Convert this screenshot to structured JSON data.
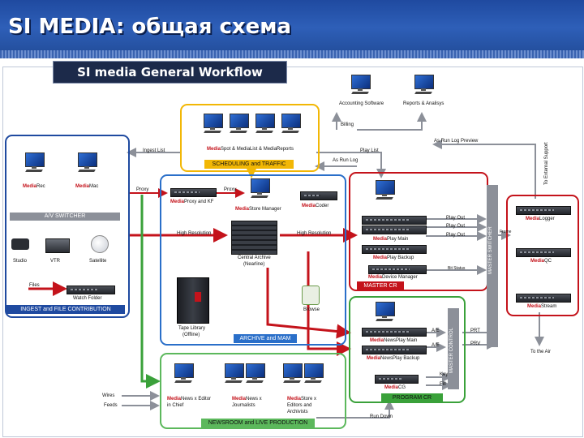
{
  "slide": {
    "title": "SI MEDIA: общая схема",
    "workflow_banner": "SI media General Workflow"
  },
  "zones": {
    "ingest": "INGEST and FILE CONTRIBUTION",
    "scheduling": "SCHEDULING and TRAFFIC",
    "archive": "ARCHIVE and MAM",
    "newsroom": "NEWSROOM and LIVE PRODUCTION",
    "master_cr": "MASTER CR",
    "program_cr": "PROGRAM CR"
  },
  "switchers": {
    "av": "A/V SWITCHER",
    "master": "MASTER SWITCHER",
    "program": "MASTER CONTROL"
  },
  "top": {
    "accounting": "Accounting Software",
    "reports": "Reports & Analisys",
    "billing": "Billing"
  },
  "brand": {
    "media": "Media"
  },
  "nodes": {
    "rec_suffix": "Rec",
    "mac_suffix": "Mac",
    "spot_list_reports": "Spot & MediaList & MediaReports",
    "proxy_kf_suffix": "Proxy and KF",
    "store_manager_suffix": "Store Manager",
    "coder_suffix": "Coder",
    "central_archive": "Central Archive",
    "nearline": "(Nearline)",
    "tape_library": "Tape Library",
    "offline": "(Offline)",
    "browse": "Browse",
    "play_main_suffix": "Play Main",
    "play_backup_suffix": "Play Backup",
    "device_manager_suffix": "Device Manager",
    "logger_suffix": "Logger",
    "qc_suffix": "QC",
    "stream_suffix": "Stream",
    "newsplay_main_suffix": "NewsPlay Main",
    "newsplay_backup_suffix": "NewsPlay Backup",
    "cg_suffix": "CG",
    "news_editor": "News x Editor in Chief",
    "news_journalists": "News x Journalists",
    "store_editors": "Store x Editors and Archivists",
    "studio": "Studio",
    "vtr": "VTR",
    "satellite": "Satellite",
    "watch_folder": "Watch Folder"
  },
  "flows": {
    "ingest_list": "Ingest List",
    "proxy_in": "Proxy",
    "proxy_out": "Proxy",
    "high_resolution_left": "High Resolution",
    "high_resolution_right": "High Resolution",
    "files": "Files",
    "playlist": "Play List",
    "as_run_log": "As Run Log",
    "as_run_log_preview": "As Run Log Preview",
    "to_external_support": "To External Support",
    "play_out_1": "Play Out",
    "play_out_2": "Play Out",
    "play_out_3": "Play Out",
    "bit_status": "Bit Status",
    "frame": "Frame",
    "a_e_1": "A/E",
    "a_e_2": "A/E",
    "pgm": "PRT",
    "prv": "PRV",
    "to_air_nt": "To the Air",
    "key": "Key",
    "fill": "Fill",
    "wires": "Wires",
    "feed": "Feeds",
    "run_down": "Run Down"
  },
  "colors": {
    "ingest": "#1f4aa0",
    "scheduling": "#f2b705",
    "archive": "#2a6fc9",
    "newsroom": "#5cb85c",
    "master_cr": "#c4131b",
    "program_cr": "#3aa13a",
    "arrow_red": "#c4131b",
    "arrow_gray": "#8c9099",
    "arrow_green": "#3aa13a",
    "arrow_yellow": "#f2b705"
  }
}
